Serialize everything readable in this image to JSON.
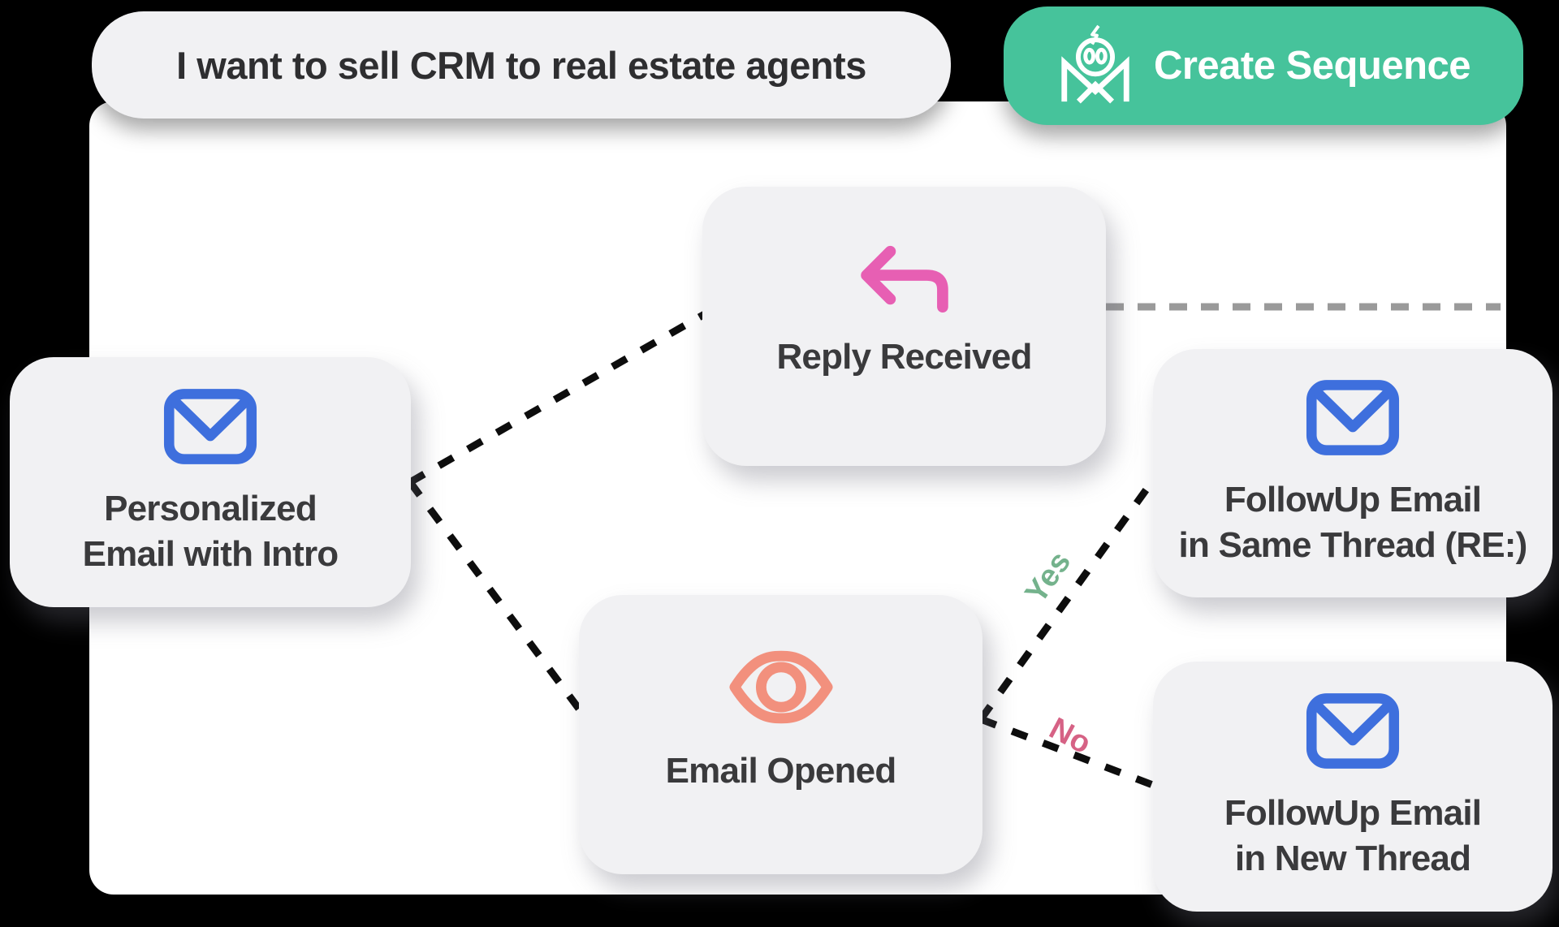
{
  "prompt_pill": {
    "text": "I want to sell CRM to real estate agents"
  },
  "create_button": {
    "label": "Create Sequence",
    "logo": "robot-m-crown-logo"
  },
  "nodes": [
    {
      "id": "personalized-email",
      "icon": "envelope-icon",
      "icon_color": "#3e6fdd",
      "lines": [
        "Personalized",
        "Email with Intro"
      ]
    },
    {
      "id": "reply-received",
      "icon": "reply-arrow-icon",
      "icon_color": "#e75fb3",
      "lines": [
        "Reply Received"
      ]
    },
    {
      "id": "email-opened",
      "icon": "eye-icon",
      "icon_color": "#f2907d",
      "lines": [
        "Email Opened"
      ]
    },
    {
      "id": "followup-same-thread",
      "icon": "envelope-icon",
      "icon_color": "#3e6fdd",
      "lines": [
        "FollowUp Email",
        "in Same Thread (RE:)"
      ]
    },
    {
      "id": "followup-new-thread",
      "icon": "envelope-icon",
      "icon_color": "#3e6fdd",
      "lines": [
        "FollowUp Email",
        "in New Thread"
      ]
    }
  ],
  "edge_labels": {
    "yes": "Yes",
    "no": "No"
  },
  "colors": {
    "page_bg": "#000000",
    "canvas_bg": "#ffffff",
    "node_bg": "#f1f1f3",
    "accent_green": "#46c39b",
    "envelope_blue": "#3e6fdd",
    "reply_pink": "#e75fb3",
    "eye_coral": "#f2907d",
    "yes_green": "#74b28c",
    "no_rose": "#d66285",
    "dash_black": "#0d0d0d",
    "dash_gray": "#9a9a9a"
  }
}
